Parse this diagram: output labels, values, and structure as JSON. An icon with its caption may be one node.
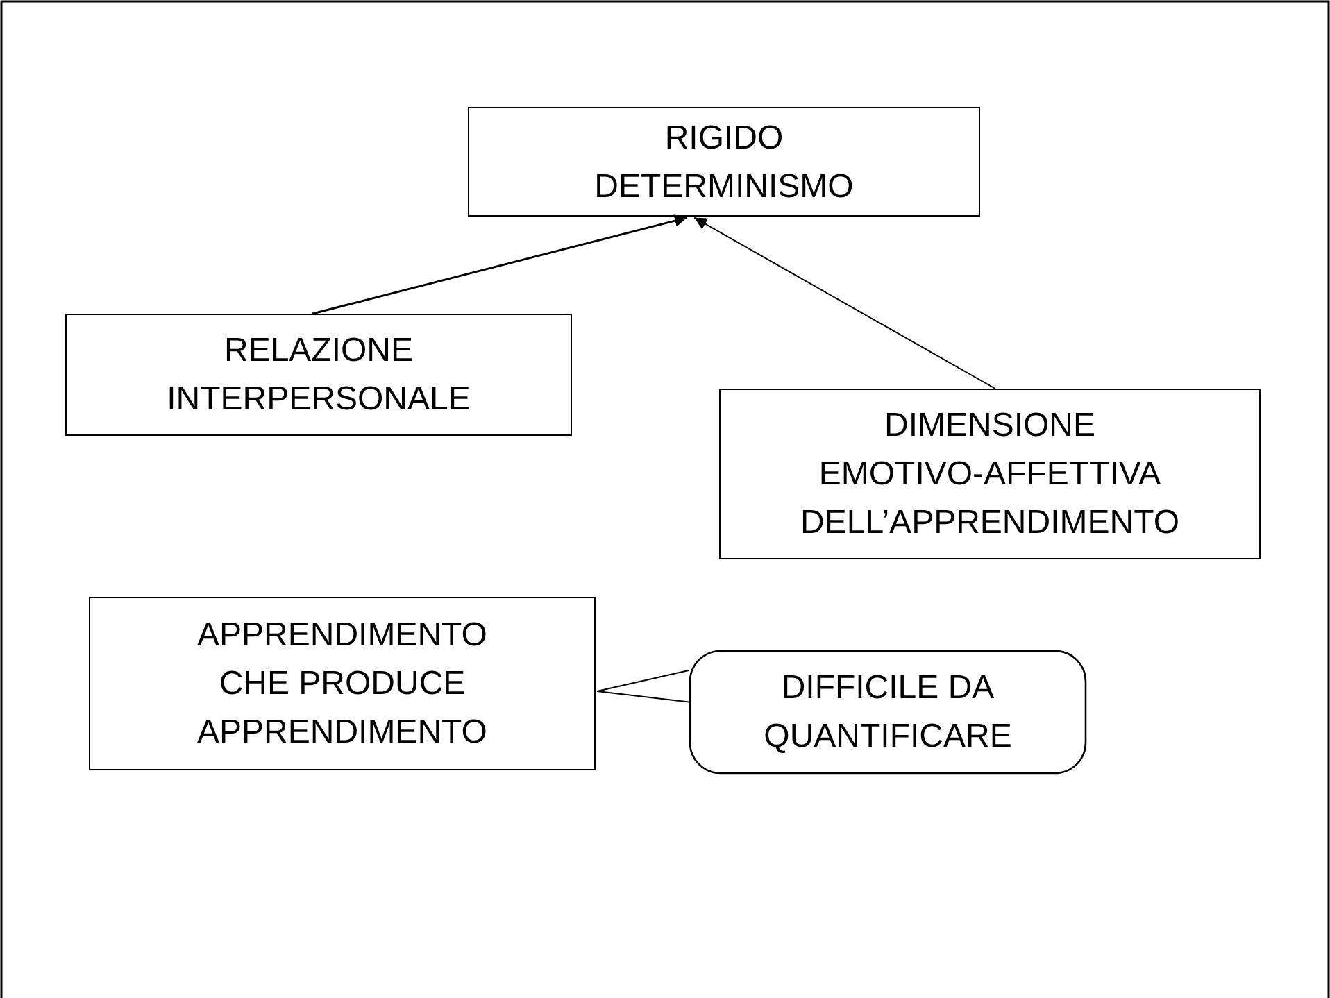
{
  "diagram": {
    "nodes": [
      {
        "text": [
          "RIGIDO DETERMINISMO"
        ]
      },
      {
        "text": [
          "RELAZIONE INTERPERSONALE"
        ]
      },
      {
        "text": [
          "DIMENSIONE EMOTIVO-AFFETTIVA DELL’APPRENDIMENTO"
        ]
      },
      {
        "text": [
          "APPRENDIMENTO CHE PRODUCE APPRENDIMENTO"
        ]
      },
      {
        "text": [
          "DIFFICILE DA QUANTIFICARE"
        ]
      }
    ],
    "edges": [
      {
        "from": 1,
        "to": 0,
        "arrow": "to"
      },
      {
        "from": 2,
        "to": 0,
        "arrow": "to"
      },
      {
        "from": 4,
        "to": 3,
        "arrow": "none"
      }
    ]
  }
}
